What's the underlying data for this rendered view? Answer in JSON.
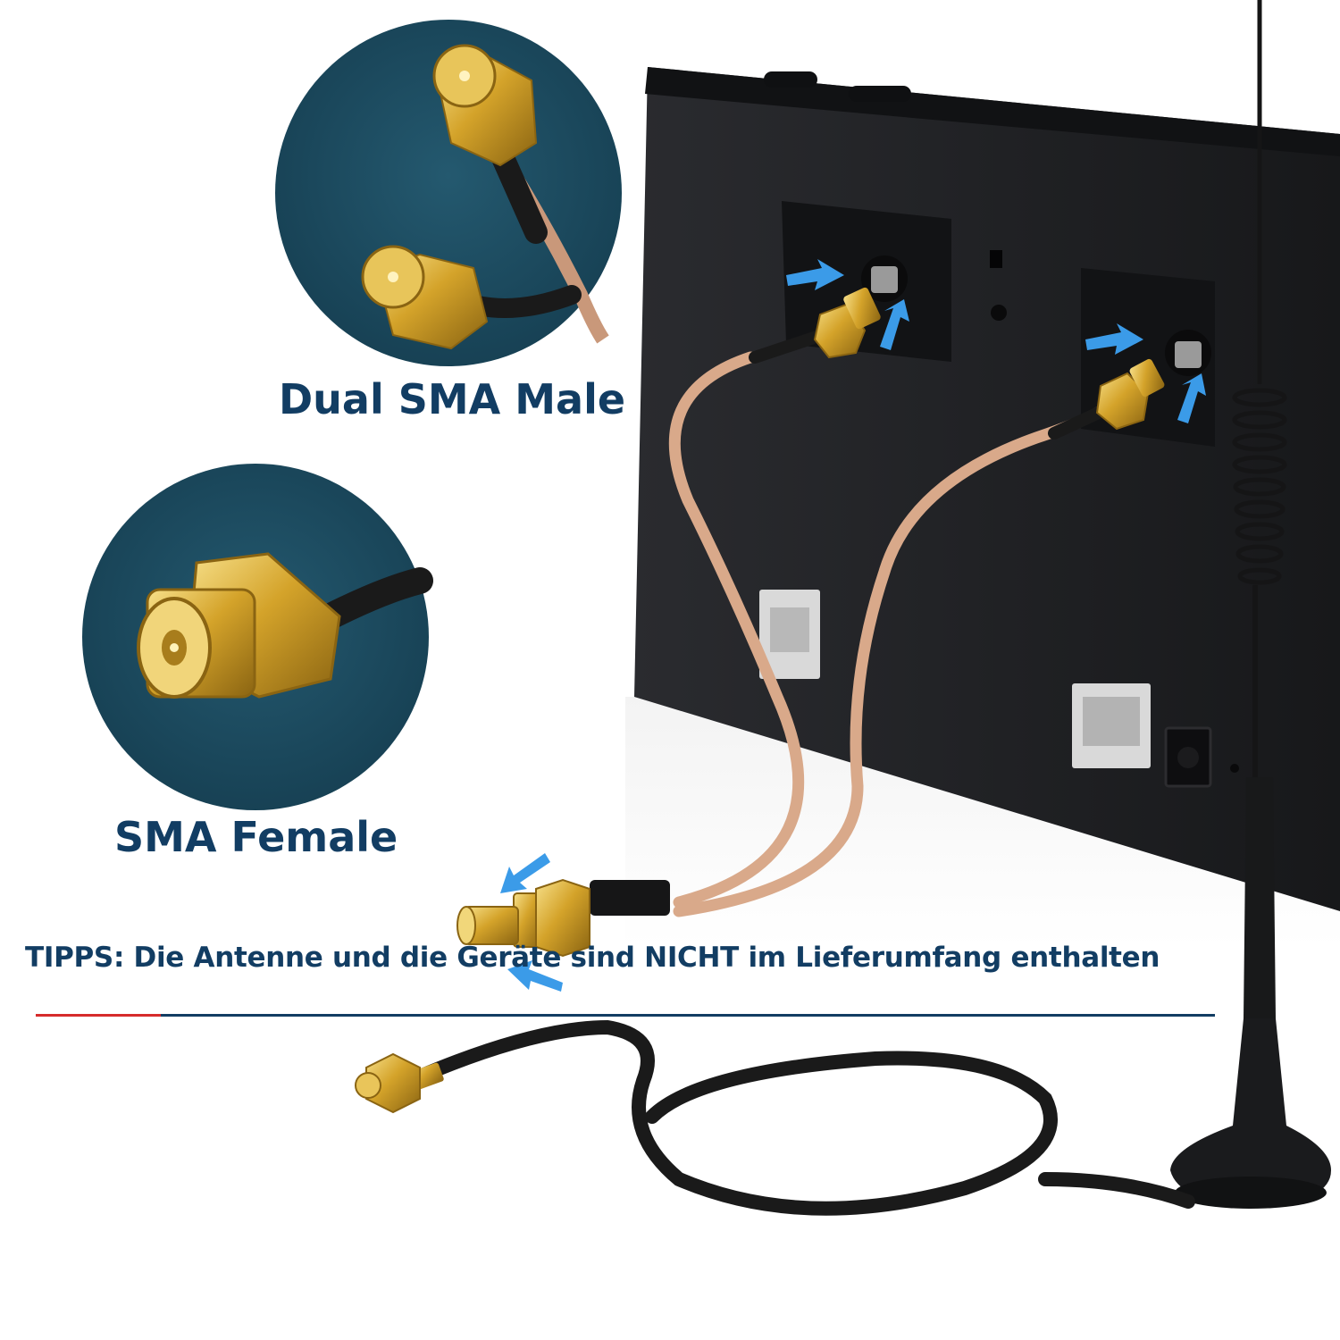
{
  "labels": {
    "dual_sma_male": "Dual SMA Male",
    "sma_female": "SMA Female"
  },
  "tip": "TIPPS: Die Antenne und die Geräte sind NICHT im Lieferumfang enthalten",
  "colors": {
    "label_text": "#123d63",
    "circle_bg": "#1c4d63",
    "gold": "#d4a32a",
    "router_body": "#1e1f22",
    "cable_rose": "#d9a98a",
    "cable_black": "#1a1a1a",
    "arrow_blue": "#3b9be8",
    "accent_red": "#d62b2b"
  },
  "icons": [
    "arrow-icon"
  ]
}
